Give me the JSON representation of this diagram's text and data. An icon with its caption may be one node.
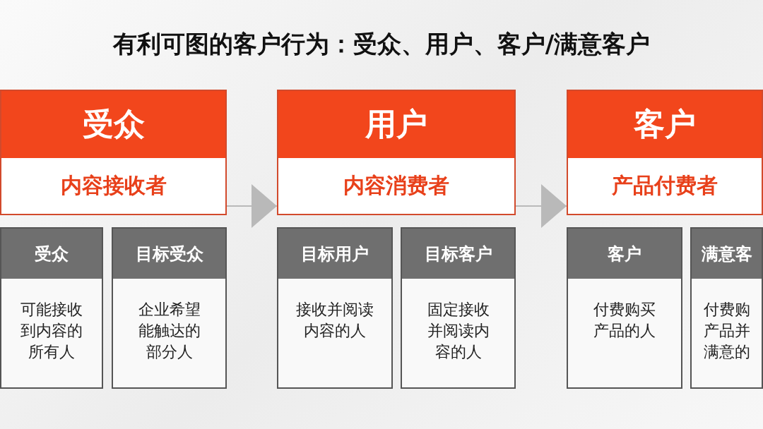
{
  "diagram": {
    "title": "有利可图的客户行为：受众、用户、客户/满意客户",
    "nodes": [
      {
        "text": [
          "受众",
          "内容接收者"
        ]
      },
      {
        "text": [
          "受众",
          "可能接收到内容的所有人"
        ]
      },
      {
        "text": [
          "目标受众",
          "企业希望能触达的部分人"
        ]
      },
      {
        "text": [
          "用户",
          "内容消费者"
        ]
      },
      {
        "text": [
          "目标用户",
          "接收并阅读内容的人"
        ]
      },
      {
        "text": [
          "目标客户",
          "固定接收并阅读内容的人"
        ]
      },
      {
        "text": [
          "客户",
          "产品付费者"
        ]
      },
      {
        "text": [
          "客户",
          "付费购买产品的人"
        ]
      },
      {
        "text": [
          "满意客",
          "付费购产品并满意的"
        ]
      }
    ],
    "edges": [
      {
        "from": 0,
        "to": 3,
        "arrow": "to"
      },
      {
        "from": 3,
        "to": 6,
        "arrow": "to"
      }
    ]
  }
}
